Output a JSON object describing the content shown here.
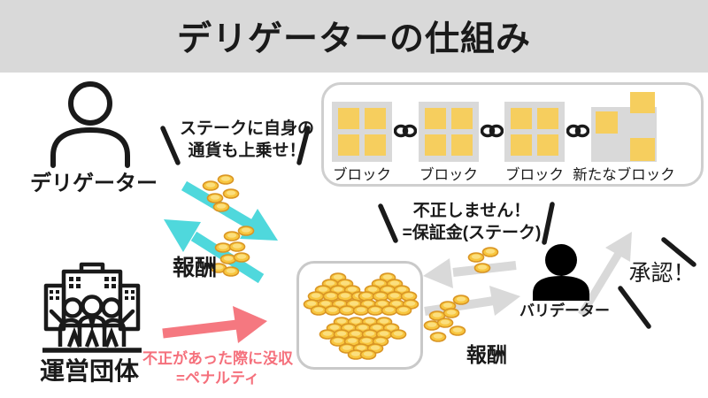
{
  "title": "デリゲーターの仕組み",
  "colors": {
    "banner_gray": "#d9d9d9",
    "block_gray": "#d9d9d9",
    "block_yellow": "#f6ce5e",
    "cyan_arrow": "#4fd8dc",
    "gray_arrow": "#d9d9d9",
    "pink_arrow": "#f57880",
    "pink_text": "#f5707c",
    "coin_gold": "#f8c63f",
    "ink": "#1a1a1a"
  },
  "icons": {
    "delegator": "person-outline-icon",
    "validator": "person-filled-icon",
    "organization": "building-with-people-icon",
    "chain": "chain-link-icon",
    "coins": "gold-coins-icon",
    "emphasis": "emphasis-stroke-icon"
  },
  "delegator": {
    "label": "デリゲーター",
    "callout_line1": "ステークに自身の",
    "callout_line2": "通貨も上乗せ！"
  },
  "blockchain": {
    "blocks": [
      {
        "label": "ブロック"
      },
      {
        "label": "ブロック"
      },
      {
        "label": "ブロック"
      },
      {
        "label": "新たなブロック"
      }
    ]
  },
  "rewards": {
    "left_label": "報酬",
    "right_label": "報酬"
  },
  "validator": {
    "label": "バリデーター",
    "callout_line1": "不正しません！",
    "callout_line2": "=保証金(ステーク)",
    "approval_label": "承認！"
  },
  "organization": {
    "label": "運営団体",
    "penalty_line1": "不正があった際に没収",
    "penalty_line2": "=ペナルティ"
  }
}
